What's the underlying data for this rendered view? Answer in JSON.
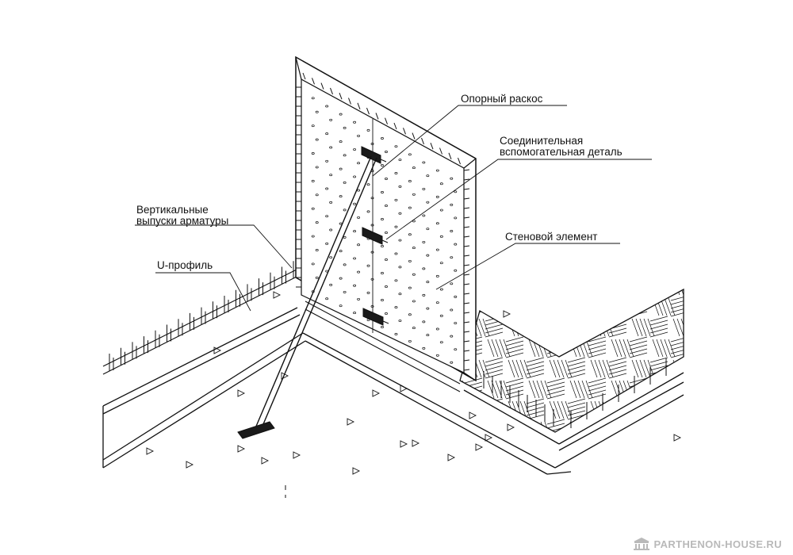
{
  "labels": {
    "brace": "Опорный раскос",
    "connector_line1": "Соединительная",
    "connector_line2": "вспомогательная деталь",
    "rebar_line1": "Вертикальные",
    "rebar_line2": "выпуски арматуры",
    "uprofile": "U-профиль",
    "wall": "Стеновой элемент"
  },
  "watermark": {
    "text": "PARTHENON-HOUSE.RU",
    "logo_icon": "parthenon-temple-icon"
  },
  "colors": {
    "ink": "#111111",
    "watermark": "#b9b9b9",
    "background": "#ffffff"
  }
}
